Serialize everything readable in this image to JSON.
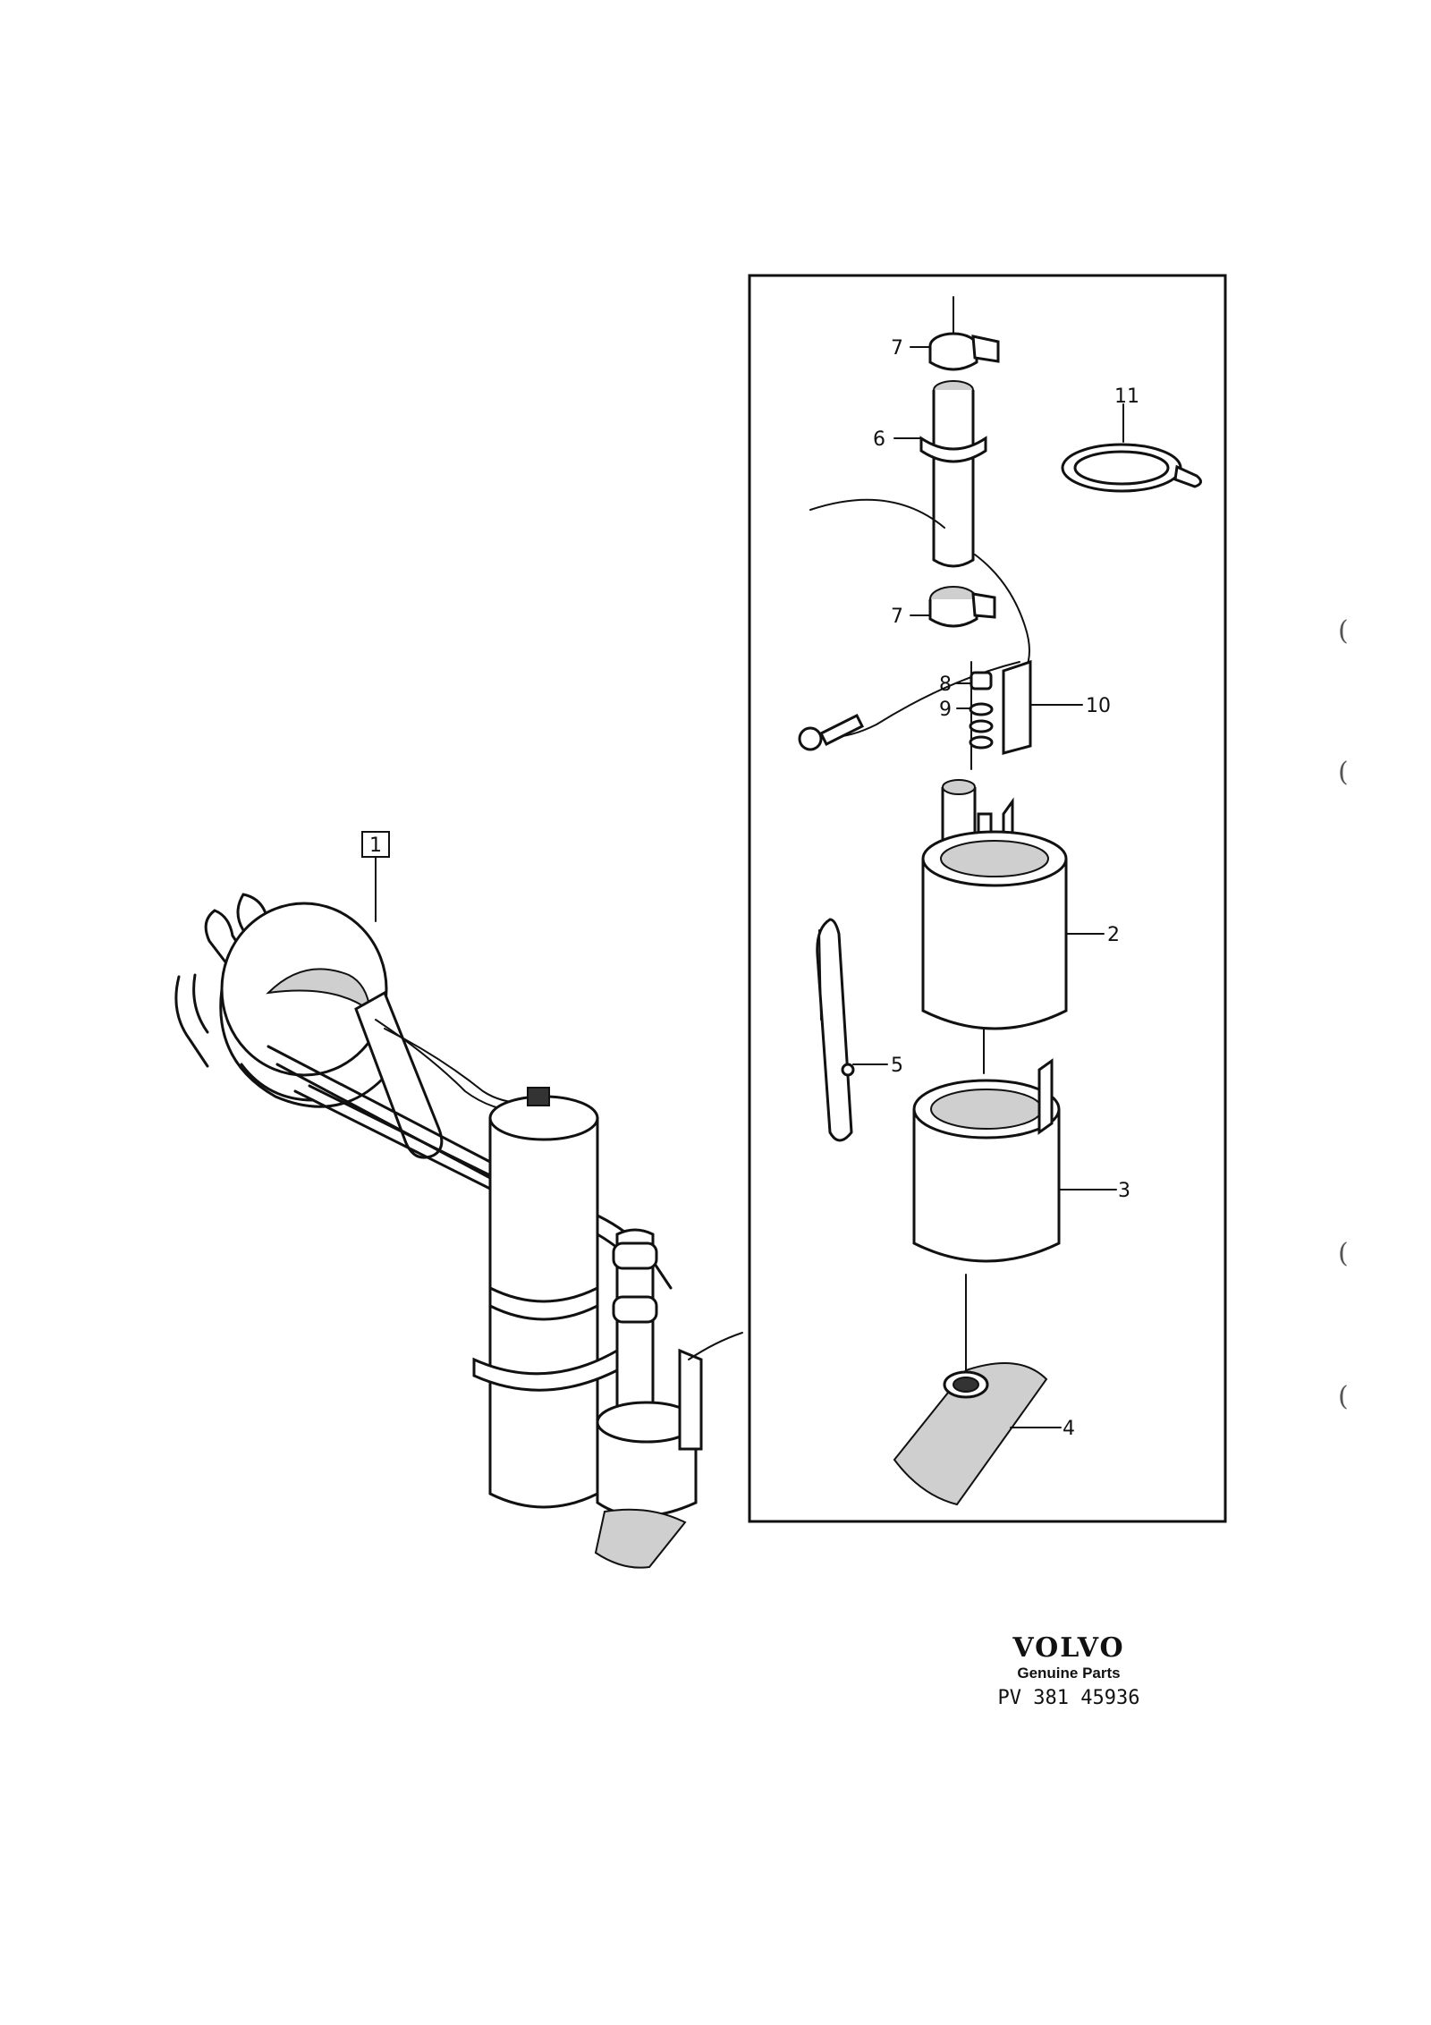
{
  "diagram": {
    "reference_box": {
      "label": "1"
    },
    "callouts": [
      {
        "id": "label-7-top",
        "text": "7"
      },
      {
        "id": "label-6",
        "text": "6"
      },
      {
        "id": "label-11",
        "text": "11"
      },
      {
        "id": "label-7-bottom",
        "text": "7"
      },
      {
        "id": "label-8",
        "text": "8"
      },
      {
        "id": "label-9",
        "text": "9"
      },
      {
        "id": "label-10",
        "text": "10"
      },
      {
        "id": "label-2",
        "text": "2"
      },
      {
        "id": "label-5",
        "text": "5"
      },
      {
        "id": "label-3",
        "text": "3"
      },
      {
        "id": "label-4",
        "text": "4"
      }
    ]
  },
  "footer": {
    "brand": "VOLVO",
    "tagline": "Genuine Parts",
    "part_number": "PV 381 45936"
  },
  "margin_marks": [
    "(",
    "(",
    "(",
    "("
  ]
}
